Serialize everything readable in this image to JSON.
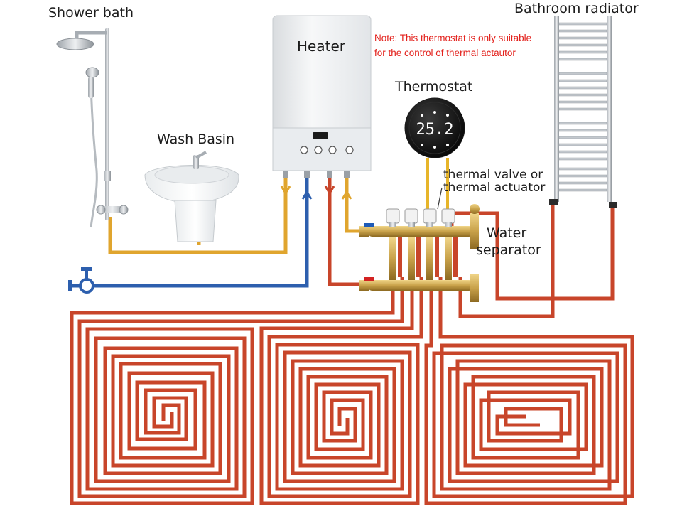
{
  "labels": {
    "shower_bath": "Shower bath",
    "wash_basin": "Wash Basin",
    "heater": "Heater",
    "thermostat": "Thermostat",
    "bathroom_radiator": "Bathroom radiator",
    "thermal_valve_line1": "thermal valve or",
    "thermal_valve_line2": "thermal actuator",
    "water_line1": "Water",
    "water_line2": "separator"
  },
  "note": {
    "line1": "Note: This thermostat is only suitable",
    "line2": "for the control of thermal actautor"
  },
  "thermostat_display": "25.2",
  "colors": {
    "hot_pipe": "#c8452a",
    "warm_pipe": "#e0a52e",
    "cold_pipe": "#2d5fae",
    "brass": "#c9a24a",
    "note_text": "#e3211c"
  }
}
